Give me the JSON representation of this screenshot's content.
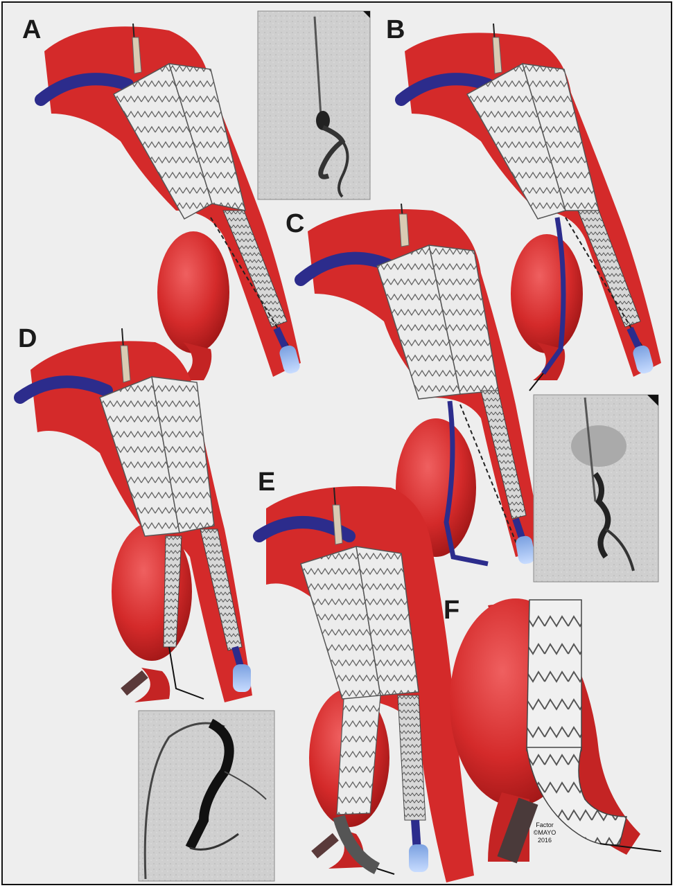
{
  "panels": [
    {
      "label": "A"
    },
    {
      "label": "B"
    },
    {
      "label": "C"
    },
    {
      "label": "D"
    },
    {
      "label": "E"
    },
    {
      "label": "F"
    }
  ],
  "credit": {
    "line1": "Factor",
    "line2": "©MAYO",
    "line3": "2016"
  },
  "colors": {
    "vessel": "#d42a2a",
    "vessel_dark": "#a01818",
    "catheter": "#3a3aa0",
    "graft": "#e8e8e8",
    "background": "#eeeeee"
  },
  "insets": [
    "angiogram-a",
    "angiogram-c",
    "angiogram-d"
  ]
}
